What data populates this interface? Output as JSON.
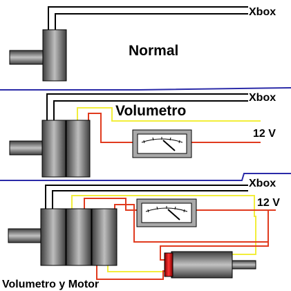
{
  "labels": {
    "xbox": "Xbox",
    "volt": "12 V",
    "normal": "Normal",
    "volumetro": "Volumetro",
    "volumetro_motor": "Volumetro y Motor"
  },
  "colors": {
    "black_wire": "#000000",
    "yellow_wire": "#f2ee3a",
    "red_wire": "#e03a1e",
    "divider": "#2a2aa8",
    "metal_dark": "#555555",
    "metal_light": "#bdbdbd",
    "motor_cap": "#cc1111"
  },
  "panels": [
    {
      "id": "normal",
      "title_key": "normal"
    },
    {
      "id": "volumetro",
      "title_key": "volumetro"
    },
    {
      "id": "volumetro-motor",
      "title_key": "volumetro_motor"
    }
  ]
}
